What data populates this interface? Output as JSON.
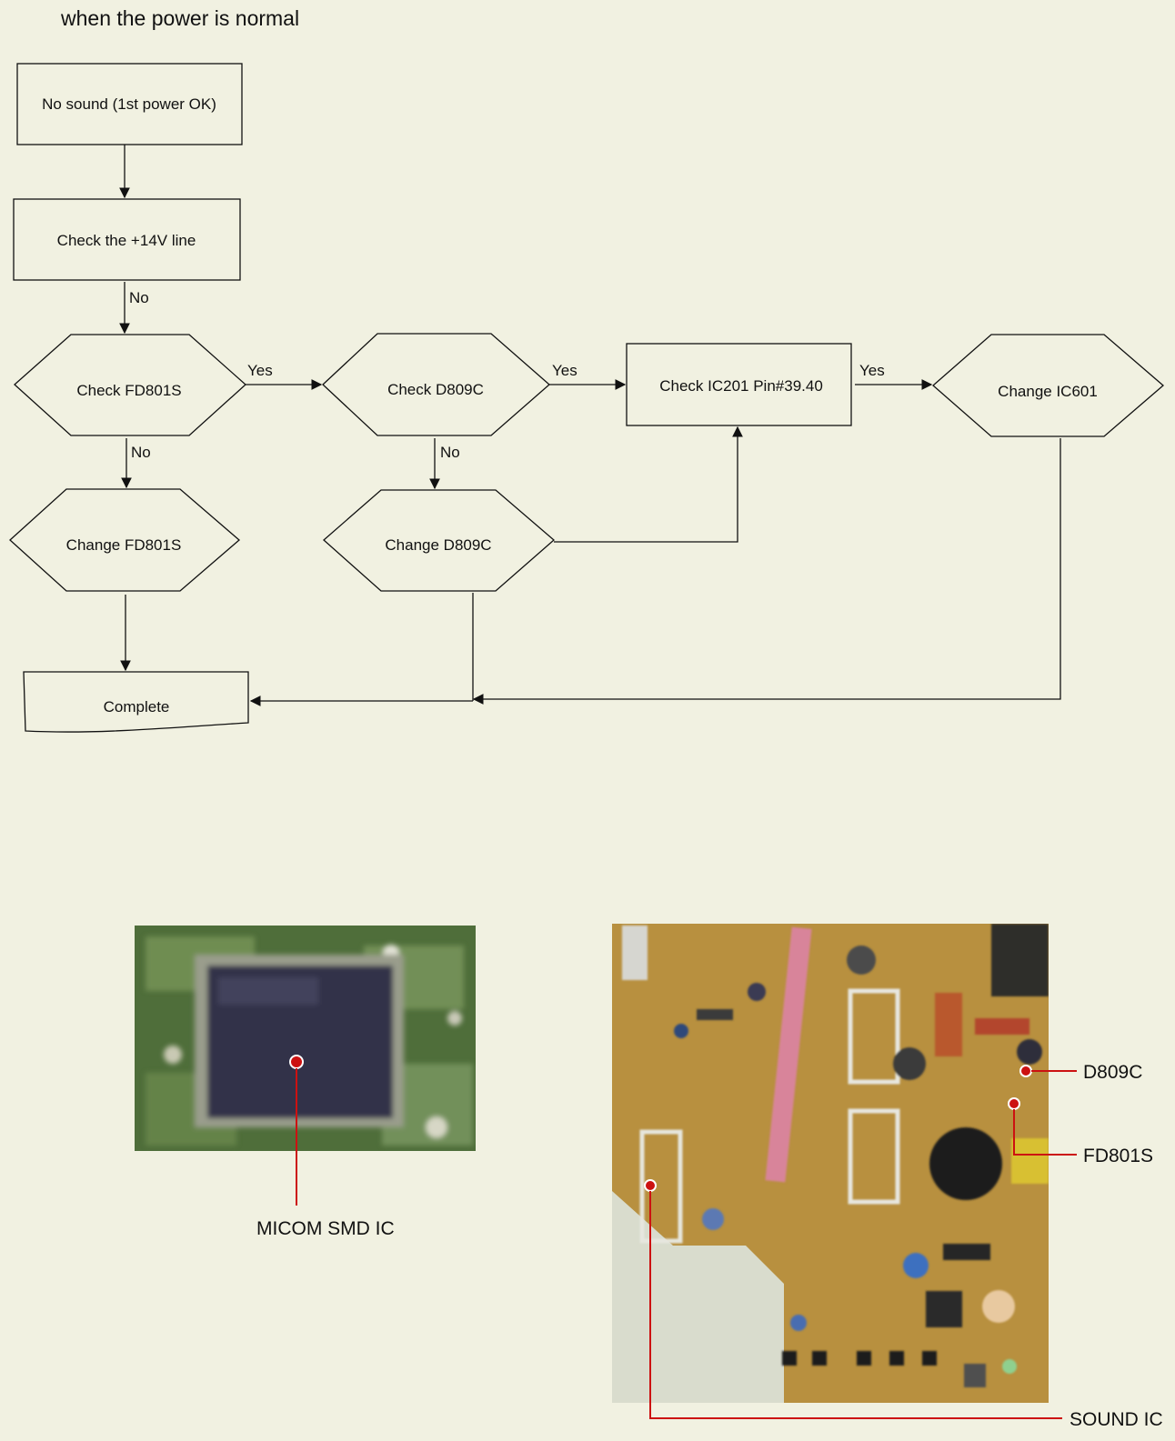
{
  "title": "when the power is normal",
  "flowchart": {
    "nodes": {
      "start": "No sound (1st power OK)",
      "check_14v": "Check the +14V line",
      "check_fd801s": "Check FD801S",
      "check_d809c": "Check D809C",
      "check_ic201": "Check IC201 Pin#39.40",
      "change_ic601": "Change IC601",
      "change_fd801s": "Change FD801S",
      "change_d809c": "Change D809C",
      "complete": "Complete"
    },
    "edge_labels": {
      "check_14v_to_fd801s": "No",
      "fd801s_yes": "Yes",
      "d809c_yes": "Yes",
      "ic201_yes": "Yes",
      "fd801s_no": "No",
      "d809c_no": "No"
    }
  },
  "photos": {
    "micom_label": "MICOM SMD IC",
    "d809c_label": "D809C",
    "fd801s_label": "FD801S",
    "sound_ic_label": "SOUND IC"
  },
  "colors": {
    "background": "#f1f1e1",
    "line": "#111111",
    "callout": "#cc1111",
    "pcb_board": "#b8903f",
    "chip": "#33334a"
  }
}
